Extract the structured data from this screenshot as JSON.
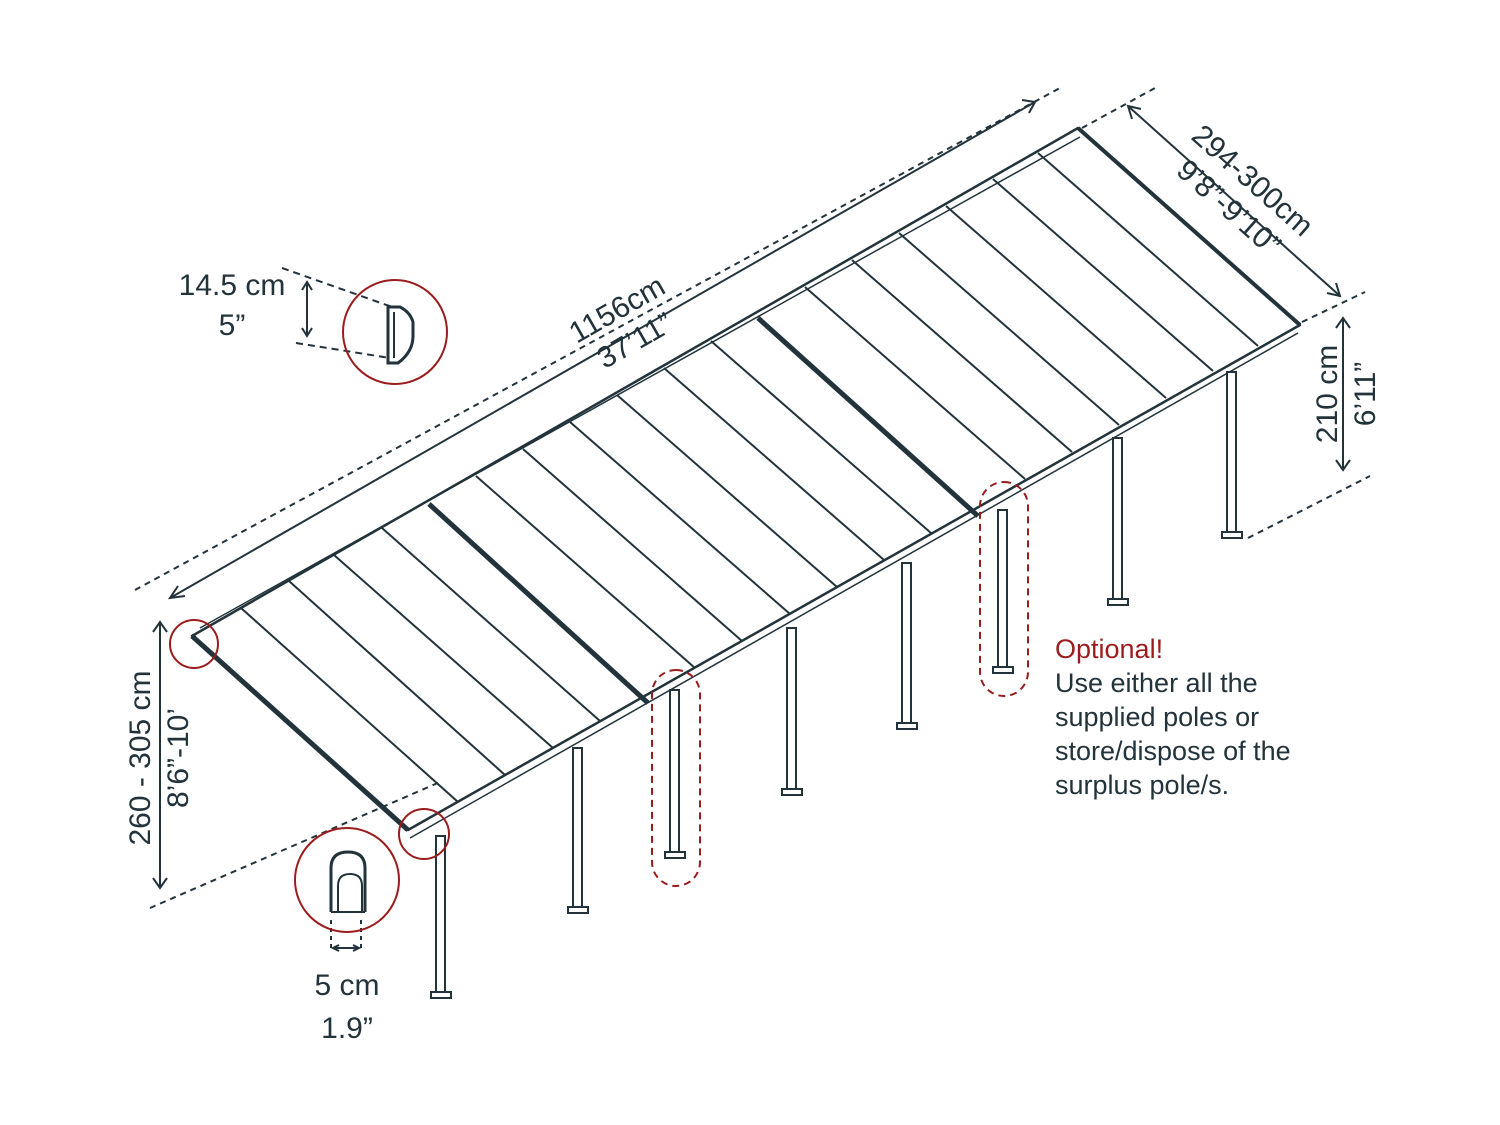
{
  "colors": {
    "line": "#22333b",
    "accent": "#9b1c1c",
    "background": "#ffffff"
  },
  "dimensions": {
    "length_cm": "1156cm",
    "length_ft": "37’11”",
    "width_cm": "294-300cm",
    "width_ft": "9’8”-9’10”",
    "back_height_cm": "210 cm",
    "back_height_ft": "6’11”",
    "front_height_cm": "260 - 305 cm",
    "front_height_ft": "8’6”-10’",
    "gutter_cm": "14.5 cm",
    "gutter_in": "5”",
    "post_cm": "5 cm",
    "post_in": "1.9”"
  },
  "note": {
    "title": "Optional!",
    "body": "Use either all the\nsupplied poles or\nstore/dispose of the\nsurplus pole/s."
  }
}
